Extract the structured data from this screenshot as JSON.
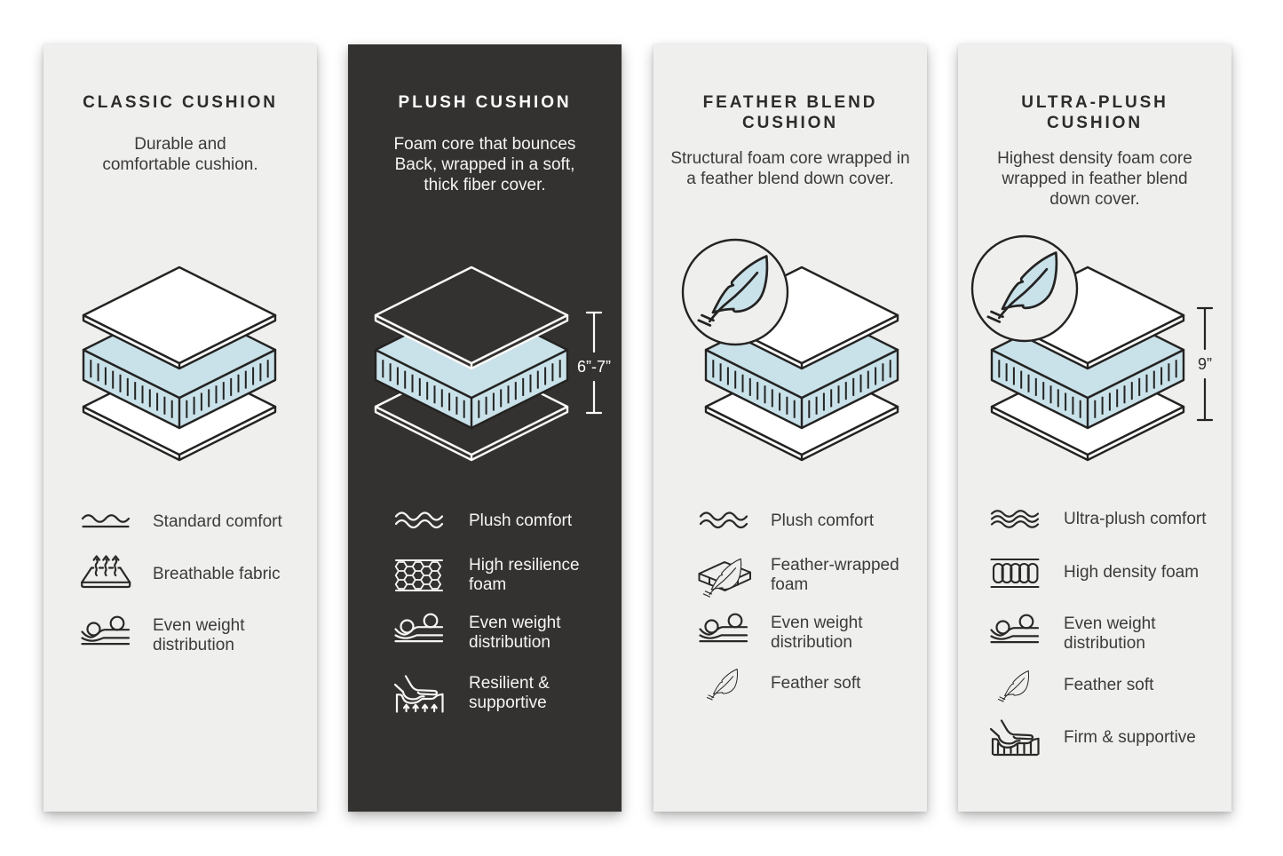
{
  "infographic": {
    "colors": {
      "page_background": "#ffffff",
      "panel_light": "#efefee",
      "panel_dark": "#343230",
      "foam_blue": "#c9e1e9",
      "line_dark": "#242322",
      "line_light": "#fafaf9",
      "title_text": "#2d2c2a",
      "body_text": "#3c3b39"
    },
    "panels": [
      {
        "id": "classic-cushion",
        "theme": "light",
        "title_lines": [
          "CLASSIC CUSHION"
        ],
        "description_lines": [
          "Durable and",
          "comfortable cushion."
        ],
        "diagram": {
          "type": "exploded-layered-cushion",
          "badge": null,
          "dimension": null
        },
        "features": [
          {
            "icon": "wave-single-icon",
            "label_lines": [
              "Standard comfort"
            ]
          },
          {
            "icon": "breathable-fabric-icon",
            "label_lines": [
              "Breathable fabric"
            ]
          },
          {
            "icon": "even-weight-icon",
            "label_lines": [
              "Even weight",
              "distribution"
            ]
          }
        ]
      },
      {
        "id": "plush-cushion",
        "theme": "dark",
        "title_lines": [
          "PLUSH CUSHION"
        ],
        "description_lines": [
          "Foam core that bounces",
          "Back, wrapped in a soft,",
          "thick fiber cover."
        ],
        "diagram": {
          "type": "exploded-layered-cushion",
          "badge": null,
          "dimension": "6”-7”"
        },
        "features": [
          {
            "icon": "wave-double-icon",
            "label_lines": [
              "Plush comfort"
            ]
          },
          {
            "icon": "honeycomb-icon",
            "label_lines": [
              "High resilience",
              "foam"
            ]
          },
          {
            "icon": "even-weight-icon",
            "label_lines": [
              "Even weight",
              "distribution"
            ]
          },
          {
            "icon": "resilient-supportive-icon",
            "label_lines": [
              "Resilient &",
              "supportive"
            ]
          }
        ]
      },
      {
        "id": "feather-blend-cushion",
        "theme": "light",
        "title_lines": [
          "FEATHER BLEND",
          "CUSHION"
        ],
        "description_lines": [
          "Structural foam core wrapped in",
          "a feather blend down cover."
        ],
        "diagram": {
          "type": "exploded-layered-cushion",
          "badge": "feather-badge",
          "dimension": null
        },
        "features": [
          {
            "icon": "wave-double-icon",
            "label_lines": [
              "Plush comfort"
            ]
          },
          {
            "icon": "feather-wrapped-foam-icon",
            "label_lines": [
              "Feather-wrapped",
              "foam"
            ]
          },
          {
            "icon": "even-weight-icon",
            "label_lines": [
              "Even weight",
              "distribution"
            ]
          },
          {
            "icon": "feather-icon",
            "label_lines": [
              "Feather soft"
            ]
          }
        ]
      },
      {
        "id": "ultra-plush-cushion",
        "theme": "light",
        "title_lines": [
          "ULTRA-PLUSH",
          "CUSHION"
        ],
        "description_lines": [
          "Highest density foam core",
          "wrapped in feather blend",
          "down cover."
        ],
        "diagram": {
          "type": "exploded-layered-cushion",
          "badge": "feather-badge",
          "dimension": "9”"
        },
        "features": [
          {
            "icon": "wave-triple-icon",
            "label_lines": [
              "Ultra-plush comfort"
            ]
          },
          {
            "icon": "high-density-foam-icon",
            "label_lines": [
              "High density foam"
            ]
          },
          {
            "icon": "even-weight-icon",
            "label_lines": [
              "Even weight",
              "distribution"
            ]
          },
          {
            "icon": "feather-icon",
            "label_lines": [
              "Feather soft"
            ]
          },
          {
            "icon": "firm-supportive-icon",
            "label_lines": [
              "Firm & supportive"
            ]
          }
        ]
      }
    ]
  }
}
